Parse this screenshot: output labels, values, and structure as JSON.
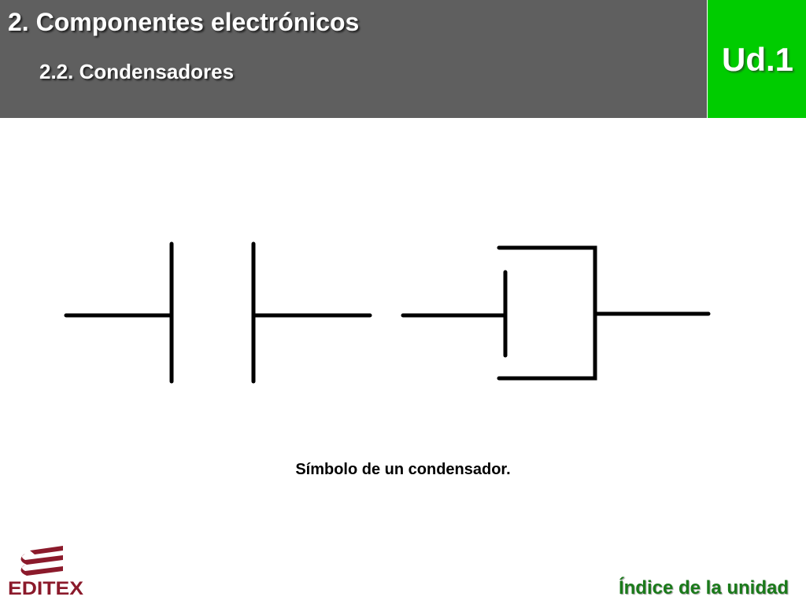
{
  "header": {
    "title": "2. Componentes electrónicos",
    "subtitle": "2.2. Condensadores"
  },
  "unit": {
    "label": "Ud.1"
  },
  "figure": {
    "caption": "Símbolo de un condensador."
  },
  "footer": {
    "logo_text": "EDITEX",
    "index_link": "Índice de la unidad"
  },
  "colors": {
    "header_bg": "#5f5f5f",
    "unit_bg": "#00cc00",
    "logo": "#8b1a2b",
    "link": "#1a7a1a"
  },
  "icons": {
    "logo": "editex-logo-icon",
    "symbol_1": "capacitor-symbol-icon",
    "symbol_2": "electrolytic-capacitor-symbol-icon"
  }
}
